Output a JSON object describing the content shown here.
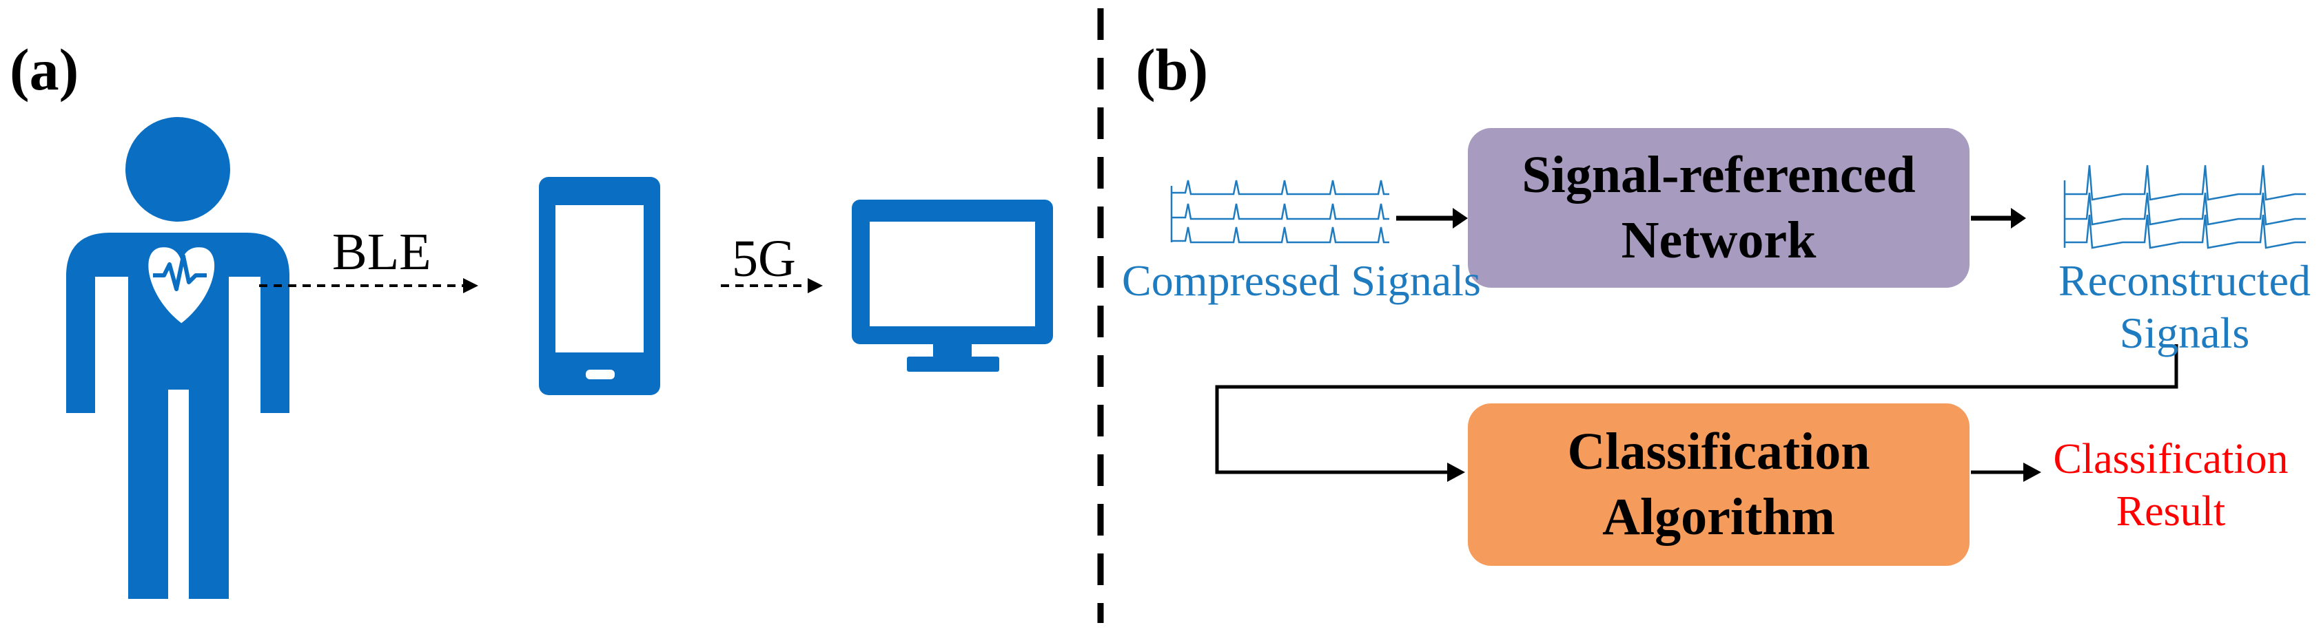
{
  "panels": {
    "a": {
      "label": "(a)",
      "links": {
        "ble": "BLE",
        "g5": "5G"
      },
      "icons": [
        "person-heart-icon",
        "smartphone-icon",
        "monitor-icon"
      ]
    },
    "b": {
      "label": "(b)",
      "input_label": "Compressed Signals",
      "network_box": {
        "line1": "Signal-referenced",
        "line2": "Network",
        "color": "#a89bc0"
      },
      "output_label": {
        "line1": "Reconstructed",
        "line2": "Signals"
      },
      "classifier_box": {
        "line1": "Classification",
        "line2": "Algorithm",
        "color": "#f59c5c"
      },
      "result_label": {
        "line1": "Classification",
        "line2": "Result"
      }
    }
  },
  "colors": {
    "icon_blue": "#0a6fc2",
    "signal_blue": "#1f7bbf",
    "result_red": "#ff0000"
  }
}
